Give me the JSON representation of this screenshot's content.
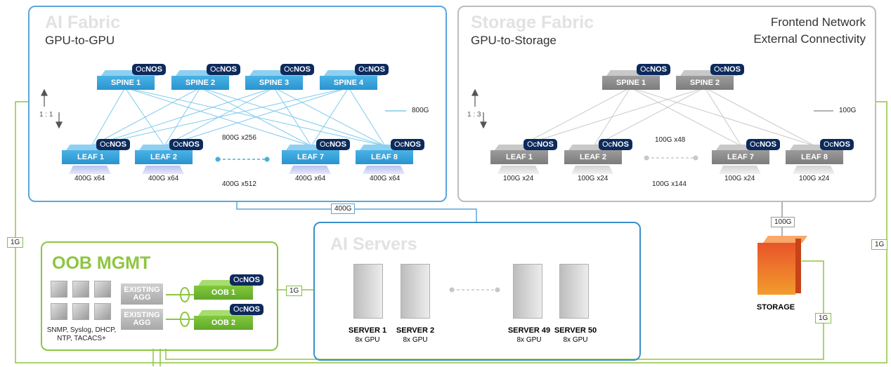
{
  "ai_fabric": {
    "title": "AI Fabric",
    "subtitle": "GPU-to-GPU",
    "ratio": "1 : 1",
    "legend": "800G",
    "badge_prefix": "Oc",
    "badge_suffix": "NOS",
    "spines": [
      "SPINE 1",
      "SPINE 2",
      "SPINE 3",
      "SPINE 4"
    ],
    "leaves": [
      "LEAF 1",
      "LEAF 2",
      "LEAF 7",
      "LEAF 8"
    ],
    "uplink_label": "800G x256",
    "downlink_label": "400G x512",
    "leaf_caps": [
      "400G x64",
      "400G x64",
      "400G x64",
      "400G x64"
    ],
    "accent": "#5aa7dd"
  },
  "storage_fabric": {
    "title": "Storage Fabric",
    "subtitle": "GPU-to-Storage",
    "right_title_1": "Frontend Network",
    "right_title_2": "External Connectivity",
    "ratio": "1 : 3",
    "legend": "100G",
    "spines": [
      "SPINE 1",
      "SPINE 2"
    ],
    "leaves": [
      "LEAF 1",
      "LEAF 2",
      "LEAF 7",
      "LEAF 8"
    ],
    "uplink_label": "100G x48",
    "downlink_label": "100G x144",
    "leaf_caps": [
      "100G x24",
      "100G x24",
      "100G x24",
      "100G x24"
    ],
    "accent": "#bdbdbd"
  },
  "links": {
    "fabric_to_servers": "400G",
    "storage_link": "100G",
    "oob_to_servers": "1G",
    "left_1g": "1G",
    "right_1g": "1G",
    "storage_1g": "1G"
  },
  "oob": {
    "title": "OOB MGMT",
    "services_line1": "SNMP, Syslog, DHCP,",
    "services_line2": "NTP, TACACS+",
    "agg_label_1": "EXISTING",
    "agg_label_2": "AGG",
    "switches": [
      "OOB 1",
      "OOB 2"
    ],
    "accent": "#8dc63f"
  },
  "ai_servers": {
    "title": "AI Servers",
    "servers": [
      {
        "name": "SERVER 1",
        "gpu": "8x GPU"
      },
      {
        "name": "SERVER 2",
        "gpu": "8x GPU"
      },
      {
        "name": "SERVER 49",
        "gpu": "8x GPU"
      },
      {
        "name": "SERVER 50",
        "gpu": "8x GPU"
      }
    ]
  },
  "storage": {
    "label": "STORAGE",
    "color": "#f07e26"
  }
}
